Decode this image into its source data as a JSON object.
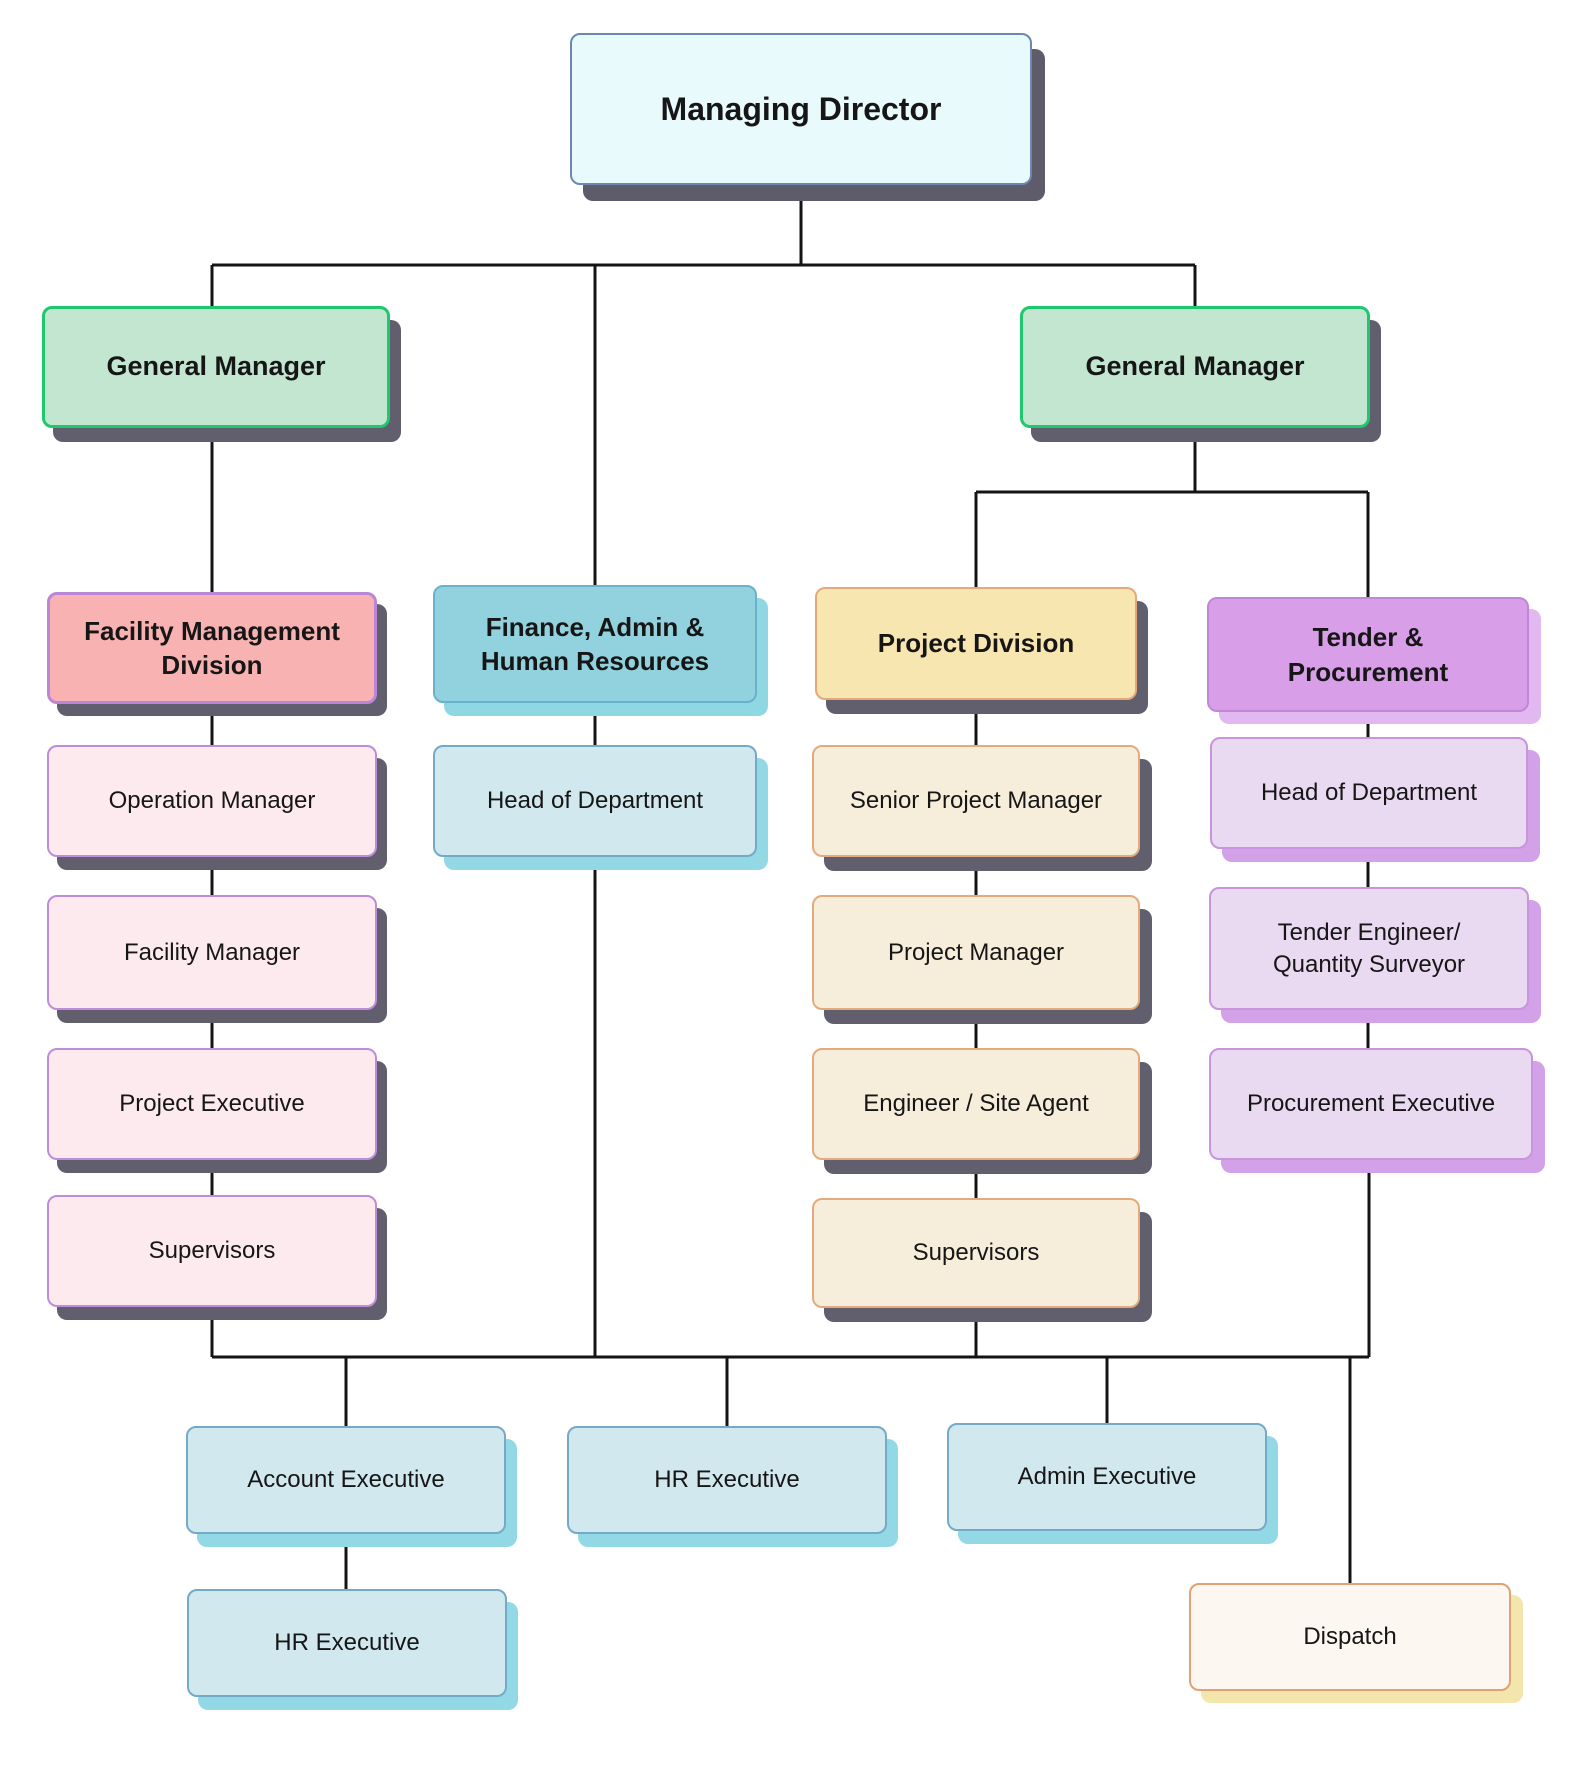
{
  "org_chart": {
    "nodes": {
      "managing_director": {
        "label": "Managing Director"
      },
      "general_manager_left": {
        "label": "General Manager"
      },
      "general_manager_right": {
        "label": "General Manager"
      },
      "facility_management_division": {
        "label": "Facility Management Division"
      },
      "finance_admin_hr": {
        "label": "Finance, Admin &\nHuman Resources"
      },
      "project_division": {
        "label": "Project Division"
      },
      "tender_procurement": {
        "label": "Tender &\nProcurement"
      },
      "operation_manager": {
        "label": "Operation Manager"
      },
      "facility_manager": {
        "label": "Facility Manager"
      },
      "project_executive": {
        "label": "Project Executive"
      },
      "supervisors_fmd": {
        "label": "Supervisors"
      },
      "head_of_department_finance": {
        "label": "Head of Department"
      },
      "senior_project_manager": {
        "label": "Senior Project Manager"
      },
      "project_manager": {
        "label": "Project Manager"
      },
      "engineer_site_agent": {
        "label": "Engineer / Site Agent"
      },
      "supervisors_project": {
        "label": "Supervisors"
      },
      "head_of_department_tender": {
        "label": "Head of Department"
      },
      "tender_engineer_qs": {
        "label": "Tender Engineer/\nQuantity Surveyor"
      },
      "procurement_executive": {
        "label": "Procurement Executive"
      },
      "account_executive": {
        "label": "Account Executive"
      },
      "hr_executive_1": {
        "label": "HR Executive"
      },
      "admin_executive": {
        "label": "Admin Executive"
      },
      "hr_executive_2": {
        "label": "HR Executive"
      },
      "dispatch": {
        "label": "Dispatch"
      }
    },
    "palette": {
      "managing_director_fill": "#e9fafd",
      "managing_director_border": "#6c87b0",
      "general_manager_fill": "#c3e6d1",
      "general_manager_border": "#1ec96d",
      "facility_division_fill": "#f8b2b2",
      "finance_division_fill": "#91d2de",
      "project_division_fill": "#f8e6b1",
      "tender_division_fill": "#d89fe8",
      "pink_role_fill": "#fdeaee",
      "blue_role_fill": "#d2e8ef",
      "cream_role_fill": "#f6eedb",
      "purple_role_fill": "#e9daf2",
      "dispatch_fill": "#fdf7f2",
      "dark_shadow": "#615f6d",
      "connector_line": "#141414"
    }
  }
}
